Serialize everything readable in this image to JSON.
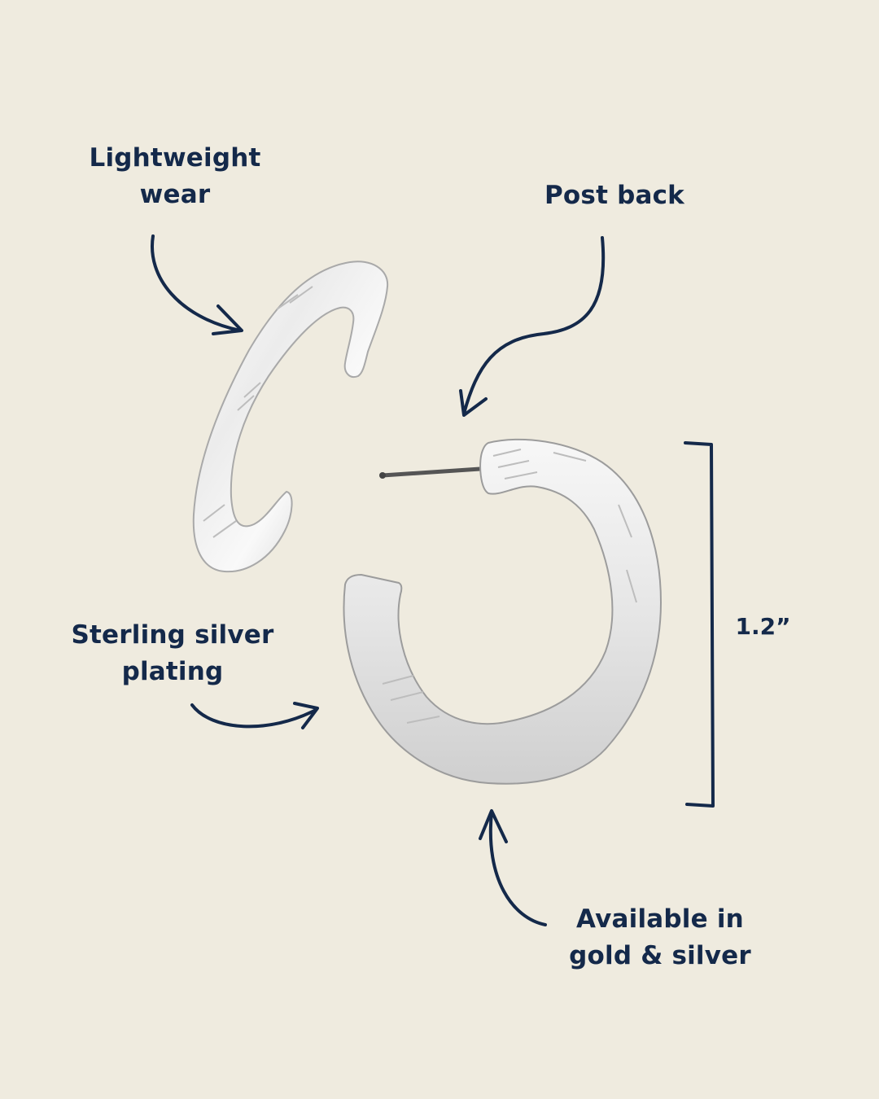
{
  "callouts": {
    "lightweight": {
      "line1": "Lightweight",
      "line2": "wear"
    },
    "post_back": {
      "line1": "Post back"
    },
    "sterling": {
      "line1": "Sterling silver",
      "line2": "plating"
    },
    "available": {
      "line1": "Available in",
      "line2": "gold & silver"
    }
  },
  "dimension": {
    "height_label": "1.2”"
  },
  "colors": {
    "background": "#efebdf",
    "ink": "#14294a",
    "silver_light": "#f4f4f4",
    "silver_mid": "#d9d9d9",
    "silver_dark": "#9a9a9a",
    "post": "#555555"
  },
  "icons": {
    "earring_side": "silver-hoop-side-view",
    "earring_front": "silver-hoop-front-view",
    "arrows": "hand-drawn-curved-arrow"
  }
}
